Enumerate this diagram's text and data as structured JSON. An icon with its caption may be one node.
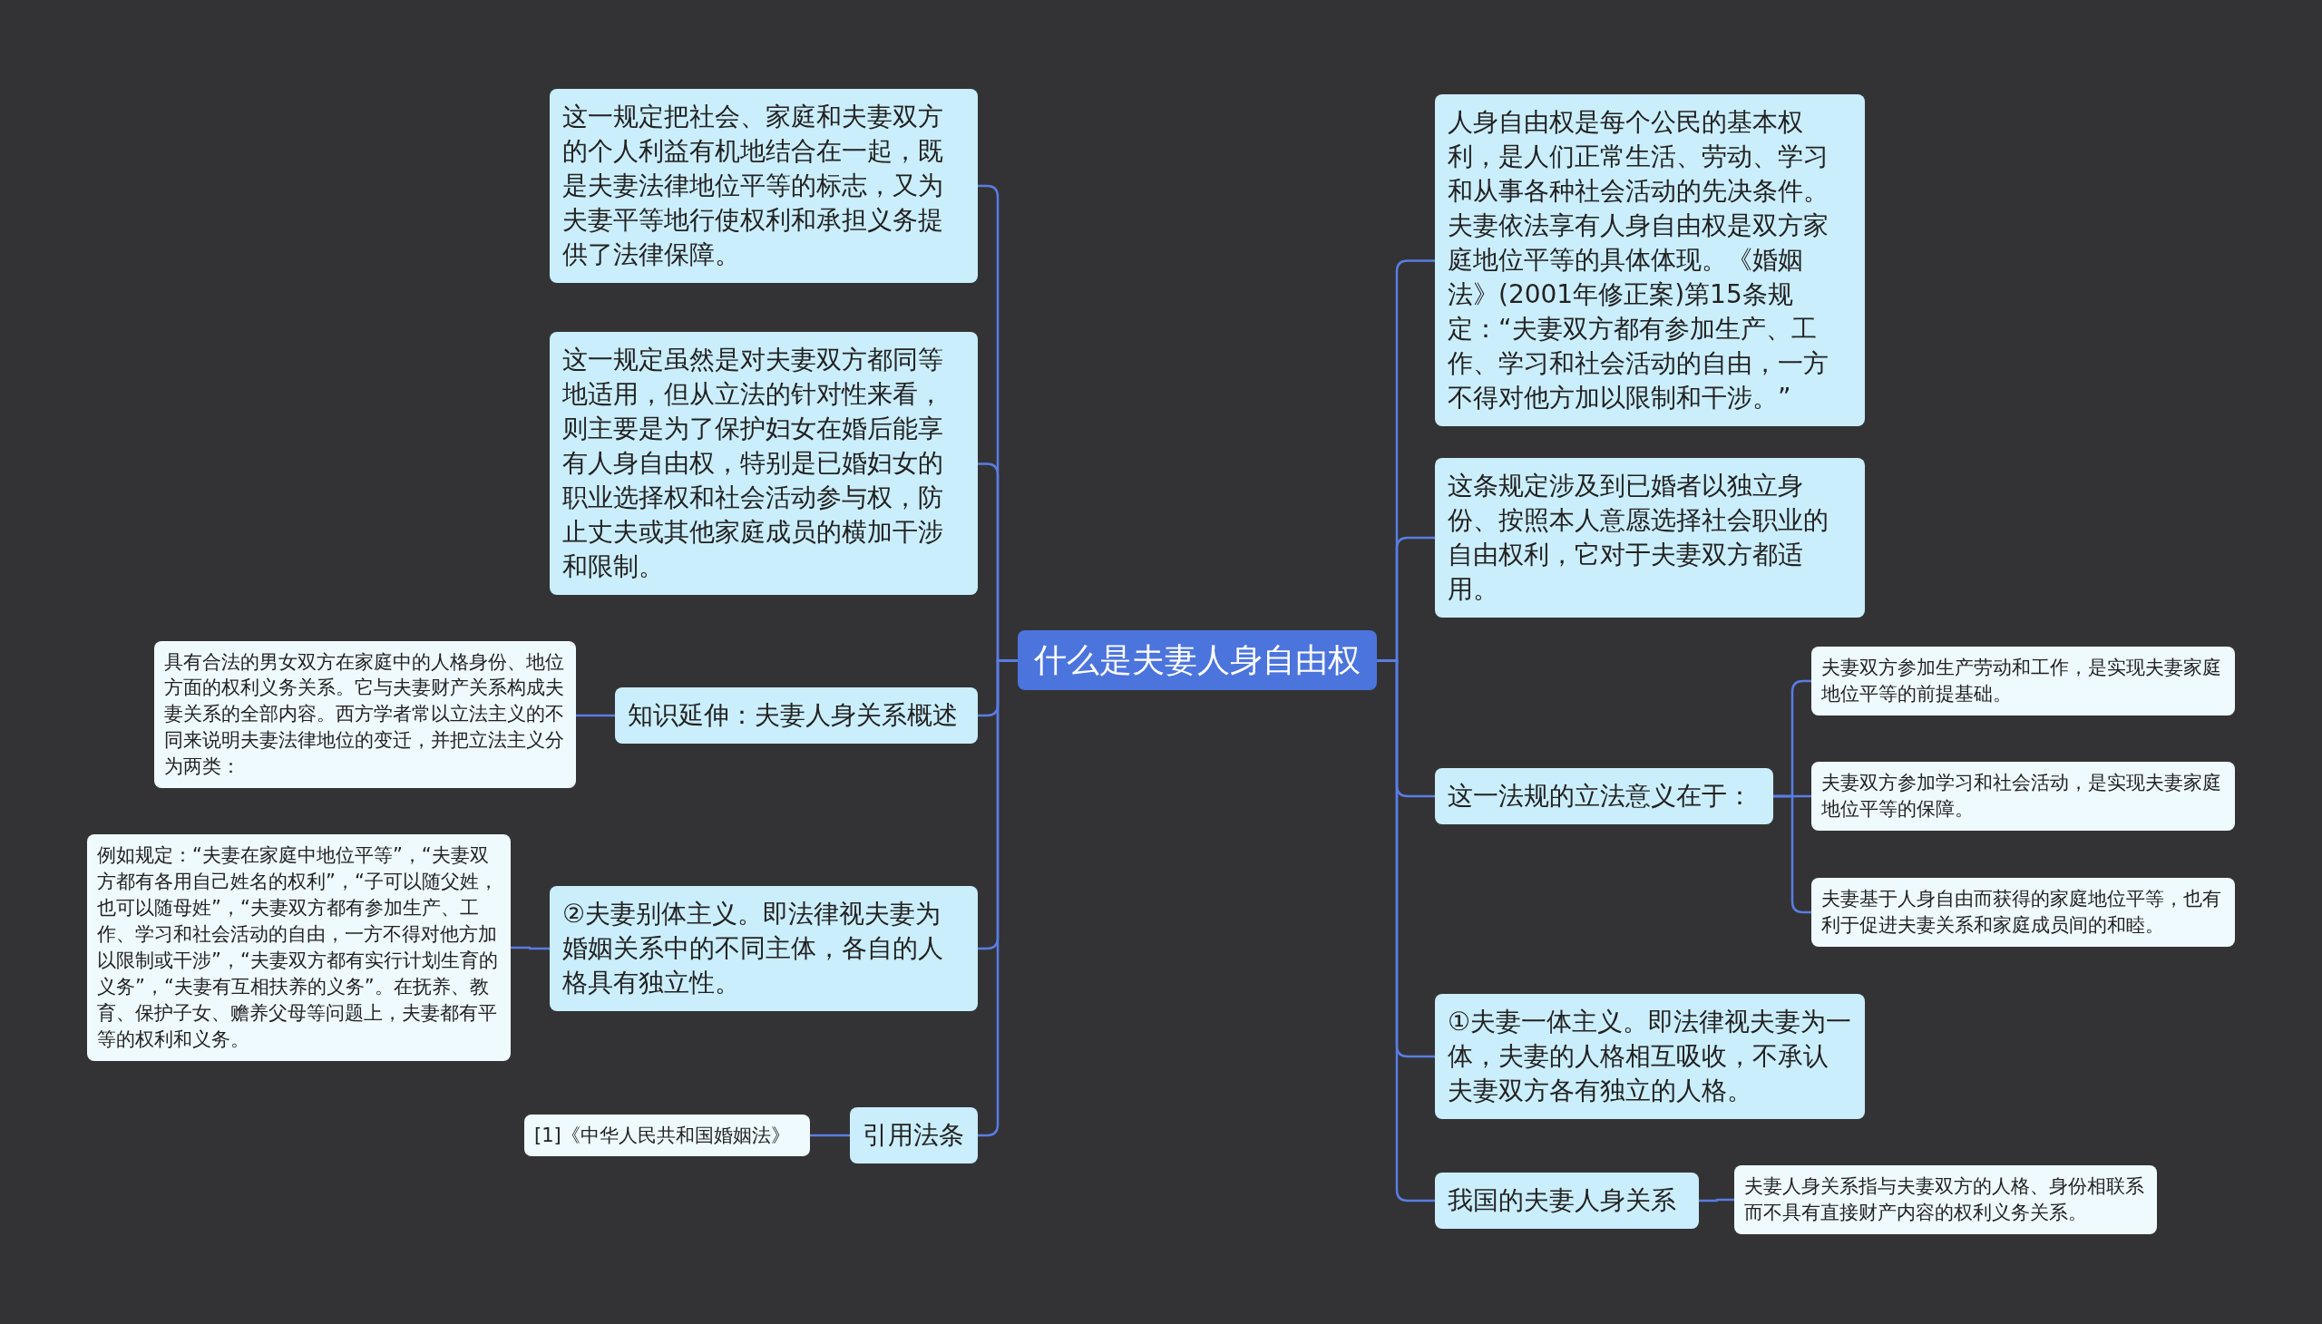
{
  "diagram": {
    "nodes": [
      {
        "text": [
          "什么是夫妻人身自由权"
        ]
      },
      {
        "text": [
          "这一规定把社会、家庭和夫妻双方的个人利益有机地结合在一起，既是夫妻法律地位平等的标志，又为夫妻平等地行使权利和承担义务提供了法律保障。"
        ]
      },
      {
        "text": [
          "这一规定虽然是对夫妻双方都同等地适用，但从立法的针对性来看，则主要是为了保护妇女在婚后能享有人身自由权，特别是已婚妇女的职业选择权和社会活动参与权，防止丈夫或其他家庭成员的横加干涉和限制。"
        ]
      },
      {
        "text": [
          "知识延伸：夫妻人身关系概述"
        ]
      },
      {
        "text": [
          "具有合法的男女双方在家庭中的人格身份、地位方面的权利义务关系。它与夫妻财产关系构成夫妻关系的全部内容。西方学者常以立法主义的不同来说明夫妻法律地位的变迁，并把立法主义分为两类："
        ]
      },
      {
        "text": [
          "②夫妻别体主义。即法律视夫妻为婚姻关系中的不同主体，各自的人格具有独立性。"
        ]
      },
      {
        "text": [
          "例如规定：“夫妻在家庭中地位平等”，“夫妻双方都有各用自己姓名的权利”，“子可以随父姓，也可以随母姓”，“夫妻双方都有参加生产、工作、学习和社会活动的自由，一方不得对他方加以限制或干涉”，“夫妻双方都有实行计划生育的义务”，“夫妻有互相扶养的义务”。在抚养、教育、保护子女、赡养父母等问题上，夫妻都有平等的权利和义务。"
        ]
      },
      {
        "text": [
          "引用法条"
        ]
      },
      {
        "text": [
          "[1]《中华人民共和国婚姻法》"
        ]
      },
      {
        "text": [
          "人身自由权是每个公民的基本权利，是人们正常生活、劳动、学习和从事各种社会活动的先决条件。夫妻依法享有人身自由权是双方家庭地位平等的具体体现。《婚姻法》(2001年修正案)第15条规定：“夫妻双方都有参加生产、工作、学习和社会活动的自由，一方不得对他方加以限制和干涉。”"
        ]
      },
      {
        "text": [
          "这条规定涉及到已婚者以独立身份、按照本人意愿选择社会职业的自由权利，它对于夫妻双方都适用。"
        ]
      },
      {
        "text": [
          "这一法规的立法意义在于："
        ]
      },
      {
        "text": [
          "夫妻双方参加生产劳动和工作，是实现夫妻家庭地位平等的前提基础。"
        ]
      },
      {
        "text": [
          "夫妻双方参加学习和社会活动，是实现夫妻家庭地位平等的保障。"
        ]
      },
      {
        "text": [
          "夫妻基于人身自由而获得的家庭地位平等，也有利于促进夫妻关系和家庭成员间的和睦。"
        ]
      },
      {
        "text": [
          "①夫妻一体主义。即法律视夫妻为一体，夫妻的人格相互吸收，不承认夫妻双方各有独立的人格。"
        ]
      },
      {
        "text": [
          "我国的夫妻人身关系"
        ]
      },
      {
        "text": [
          "夫妻人身关系指与夫妻双方的人格、身份相联系而不具有直接财产内容的权利义务关系。"
        ]
      }
    ],
    "edges": [
      {
        "from": 0,
        "to": 1,
        "arrow": "none"
      },
      {
        "from": 0,
        "to": 2,
        "arrow": "none"
      },
      {
        "from": 0,
        "to": 3,
        "arrow": "none"
      },
      {
        "from": 3,
        "to": 4,
        "arrow": "none"
      },
      {
        "from": 0,
        "to": 5,
        "arrow": "none"
      },
      {
        "from": 5,
        "to": 6,
        "arrow": "none"
      },
      {
        "from": 0,
        "to": 7,
        "arrow": "none"
      },
      {
        "from": 7,
        "to": 8,
        "arrow": "none"
      },
      {
        "from": 0,
        "to": 9,
        "arrow": "none"
      },
      {
        "from": 0,
        "to": 10,
        "arrow": "none"
      },
      {
        "from": 0,
        "to": 11,
        "arrow": "none"
      },
      {
        "from": 11,
        "to": 12,
        "arrow": "none"
      },
      {
        "from": 11,
        "to": 13,
        "arrow": "none"
      },
      {
        "from": 11,
        "to": 14,
        "arrow": "none"
      },
      {
        "from": 0,
        "to": 15,
        "arrow": "none"
      },
      {
        "from": 0,
        "to": 16,
        "arrow": "none"
      },
      {
        "from": 16,
        "to": 17,
        "arrow": "none"
      }
    ]
  }
}
